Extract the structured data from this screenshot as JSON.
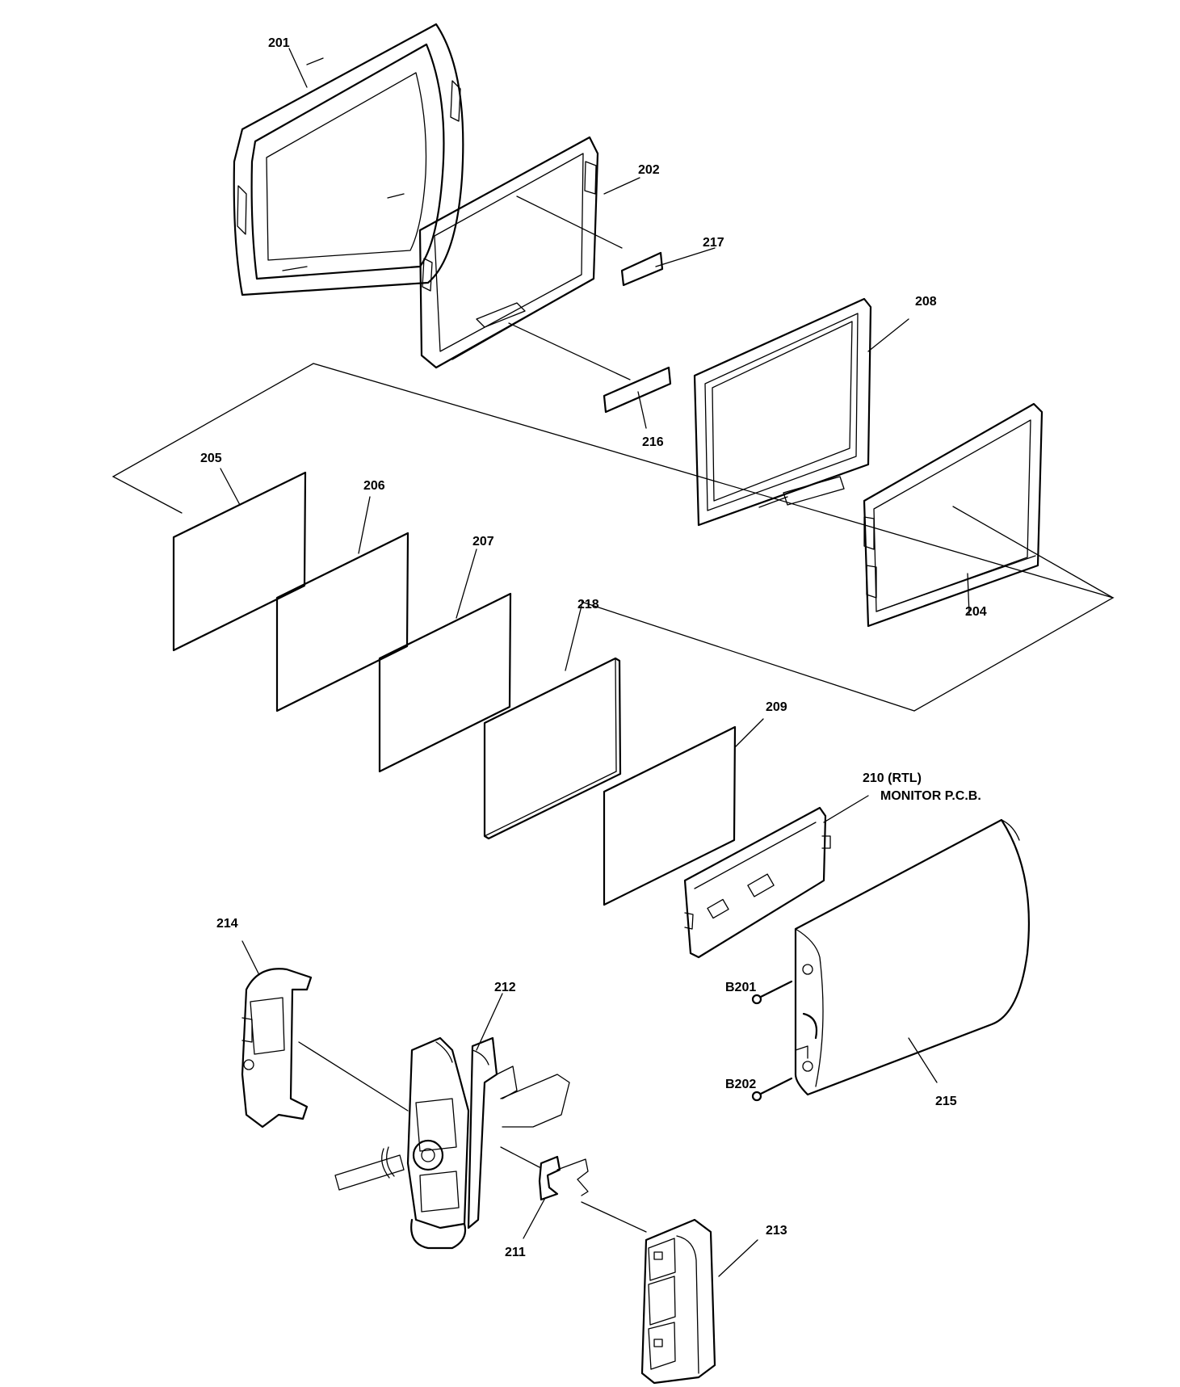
{
  "labels": {
    "l201": "201",
    "l202": "202",
    "l217": "217",
    "l208": "208",
    "l216": "216",
    "l205": "205",
    "l206": "206",
    "l207": "207",
    "l218": "218",
    "l204": "204",
    "l209": "209",
    "l210a": "210 (RTL)",
    "l210b": "MONITOR P.C.B.",
    "l214": "214",
    "l212": "212",
    "lB201": "B201",
    "lB202": "B202",
    "l215": "215",
    "l211": "211",
    "l213": "213"
  }
}
